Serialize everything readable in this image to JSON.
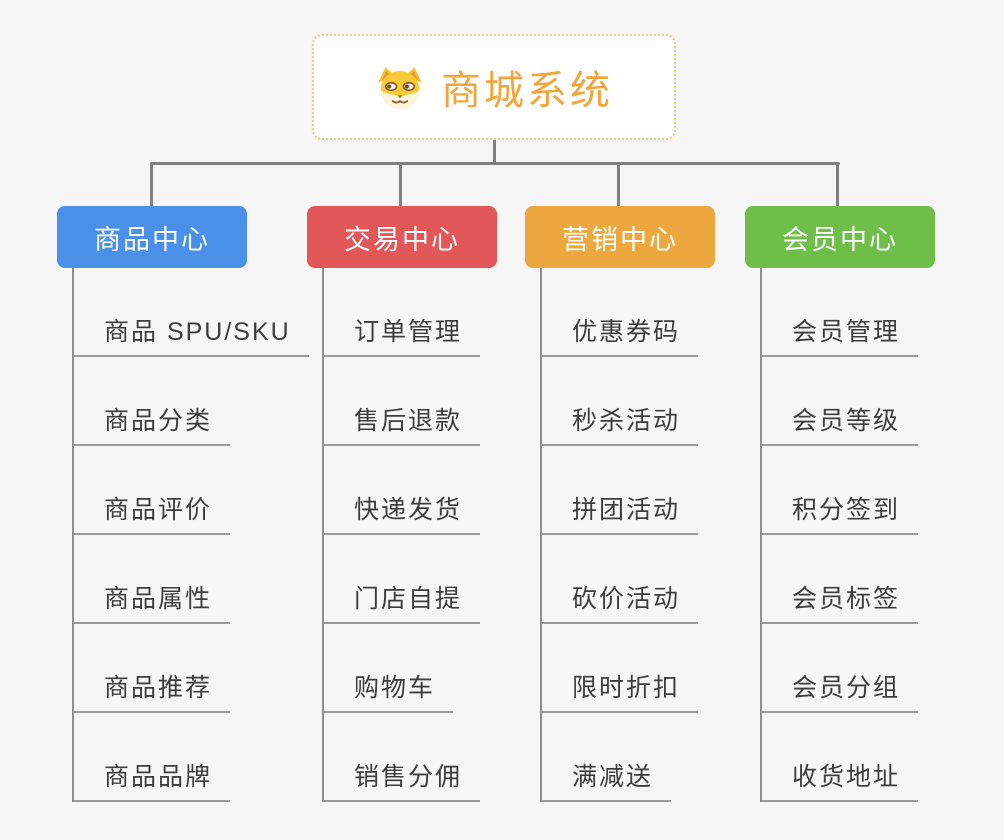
{
  "root": {
    "title": "商城系统",
    "icon": "dog-face-icon",
    "text_color": "#f0a63a",
    "border_color": "#f3c87d"
  },
  "colors": {
    "background": "#f6f6f6",
    "connector": "#808080",
    "child_text": "#3d3d3d",
    "child_underline": "#9a9a9a"
  },
  "branches": [
    {
      "label": "商品中心",
      "color": "#4a90e8",
      "children": [
        "商品 SPU/SKU",
        "商品分类",
        "商品评价",
        "商品属性",
        "商品推荐",
        "商品品牌"
      ]
    },
    {
      "label": "交易中心",
      "color": "#e25757",
      "children": [
        "订单管理",
        "售后退款",
        "快递发货",
        "门店自提",
        "购物车",
        "销售分佣"
      ]
    },
    {
      "label": "营销中心",
      "color": "#eca83f",
      "children": [
        "优惠券码",
        "秒杀活动",
        "拼团活动",
        "砍价活动",
        "限时折扣",
        "满减送"
      ]
    },
    {
      "label": "会员中心",
      "color": "#6ebe49",
      "children": [
        "会员管理",
        "会员等级",
        "积分签到",
        "会员标签",
        "会员分组",
        "收货地址"
      ]
    }
  ],
  "layout_hints": {
    "drop_x": [
      150,
      399,
      617,
      836
    ]
  }
}
